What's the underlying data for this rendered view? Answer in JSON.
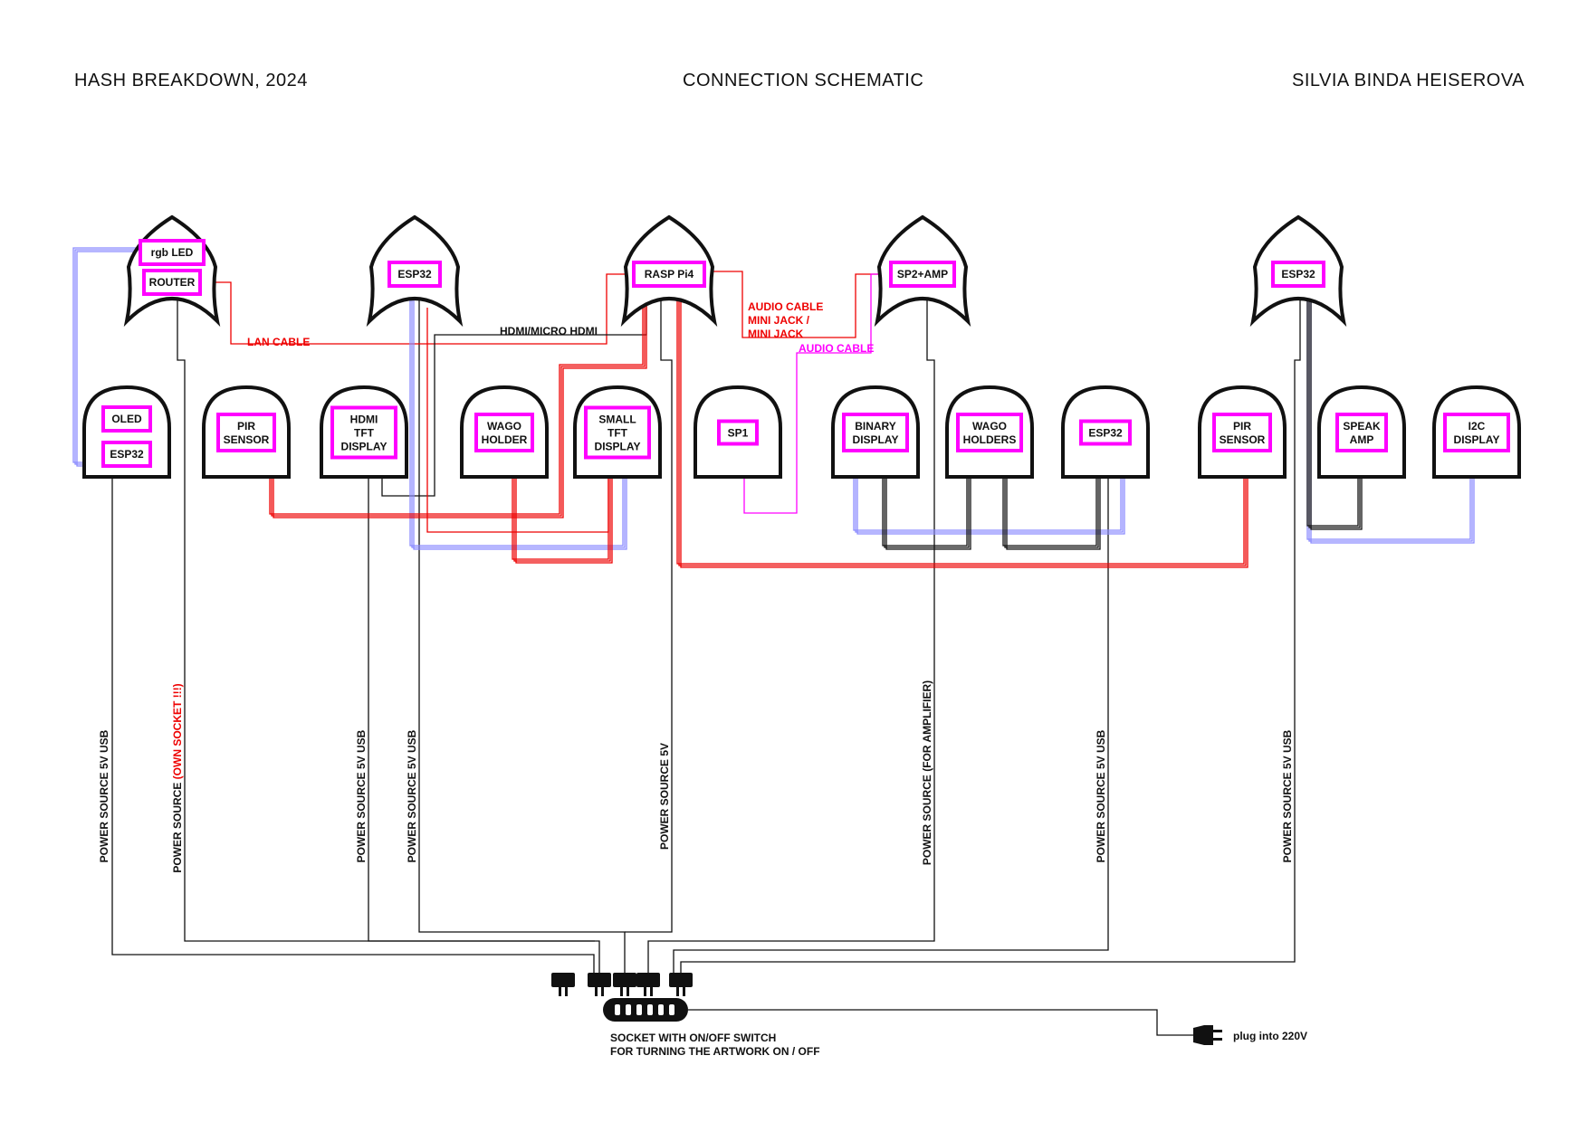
{
  "header": {
    "left": "HASH BREAKDOWN, 2024",
    "center": "CONNECTION SCHEMATIC",
    "right": "SILVIA BINDA HEISEROVA"
  },
  "colors": {
    "magenta": "#ff00ff",
    "red": "#ee0000",
    "blue": "#8b8bff",
    "black": "#111111"
  },
  "top_units": [
    {
      "labels": [
        "rgb LED",
        "ROUTER"
      ]
    },
    {
      "labels": [
        "ESP32"
      ]
    },
    {
      "labels": [
        "RASP Pi4"
      ]
    },
    {
      "labels": [
        "SP2+AMP"
      ]
    },
    {
      "labels": [
        "ESP32"
      ]
    }
  ],
  "bottom_units": [
    {
      "labels": [
        "OLED",
        "ESP32"
      ]
    },
    {
      "labels": [
        "PIR",
        "SENSOR"
      ]
    },
    {
      "labels": [
        "HDMI",
        "TFT",
        "DISPLAY"
      ]
    },
    {
      "labels": [
        "WAGO",
        "HOLDER"
      ]
    },
    {
      "labels": [
        "SMALL",
        "TFT",
        "DISPLAY"
      ]
    },
    {
      "labels": [
        "SP1"
      ]
    },
    {
      "labels": [
        "BINARY",
        "DISPLAY"
      ]
    },
    {
      "labels": [
        "WAGO",
        "HOLDERS"
      ]
    },
    {
      "labels": [
        "ESP32"
      ]
    },
    {
      "labels": [
        "PIR",
        "SENSOR"
      ]
    },
    {
      "labels": [
        "SPEAK",
        "AMP"
      ]
    },
    {
      "labels": [
        "I2C",
        "DISPLAY"
      ]
    }
  ],
  "cable_labels": {
    "lan": "LAN CABLE",
    "hdmi": "HDMI/MICRO HDMI",
    "audio1_l1": "AUDIO CABLE",
    "audio1_l2": "MINI JACK /",
    "audio1_l3": "MINI JACK",
    "audio2": "AUDIO CABLE"
  },
  "power_labels": [
    {
      "text": "POWER SOURCE 5V USB",
      "accent": ""
    },
    {
      "text": "POWER SOURCE ",
      "accent": "(OWN SOCKET !!!)"
    },
    {
      "text": "POWER SOURCE 5V USB",
      "accent": ""
    },
    {
      "text": "POWER SOURCE 5V USB",
      "accent": ""
    },
    {
      "text": "POWER SOURCE 5V",
      "accent": ""
    },
    {
      "text": "POWER SOURCE (FOR AMPLIFIER)",
      "accent": ""
    },
    {
      "text": "POWER SOURCE 5V USB",
      "accent": ""
    },
    {
      "text": "POWER SOURCE 5V USB",
      "accent": ""
    }
  ],
  "socket": {
    "line1": "SOCKET WITH ON/OFF SWITCH",
    "line2": "FOR TURNING THE ARTWORK ON / OFF",
    "plug": "plug into 220V"
  }
}
